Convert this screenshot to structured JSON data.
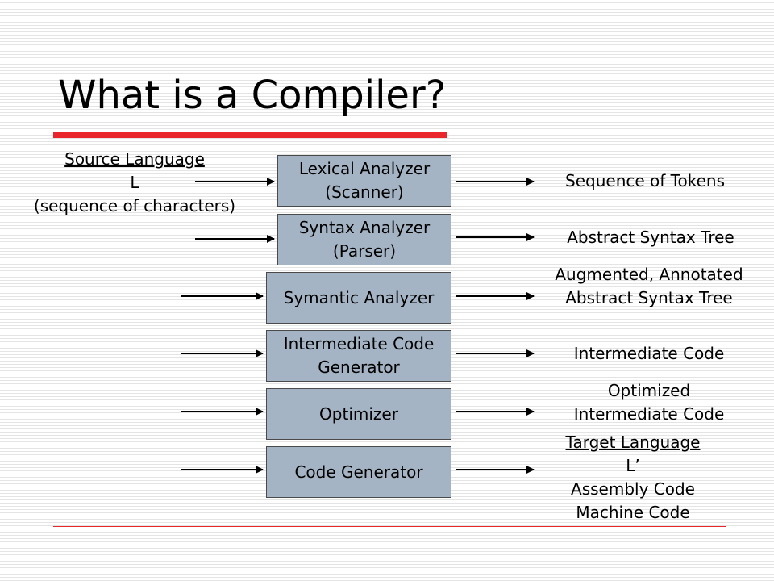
{
  "title": "What is a Compiler?",
  "source": {
    "heading": "Source Language",
    "symbol": "L",
    "note": "(sequence of characters)"
  },
  "stages": [
    {
      "line1": "Lexical Analyzer",
      "line2": "(Scanner)"
    },
    {
      "line1": "Syntax Analyzer",
      "line2": "(Parser)"
    },
    {
      "line1": "Symantic Analyzer"
    },
    {
      "line1": "Intermediate Code",
      "line2": "Generator"
    },
    {
      "line1": "Optimizer"
    },
    {
      "line1": "Code Generator"
    }
  ],
  "outputs": [
    {
      "line1": "Sequence of Tokens"
    },
    {
      "line1": "Abstract Syntax Tree"
    },
    {
      "line1": "Augmented, Annotated",
      "line2": "Abstract Syntax Tree"
    },
    {
      "line1": "Intermediate Code"
    },
    {
      "line1": "Optimized",
      "line2": "Intermediate Code"
    },
    {
      "heading": "Target Language",
      "symbol": "L’",
      "line1": "Assembly Code",
      "line2": "Machine Code"
    }
  ],
  "colors": {
    "accent": "#e8262c",
    "box_fill": "#a4b4c4",
    "box_border": "#4a4a4a"
  }
}
